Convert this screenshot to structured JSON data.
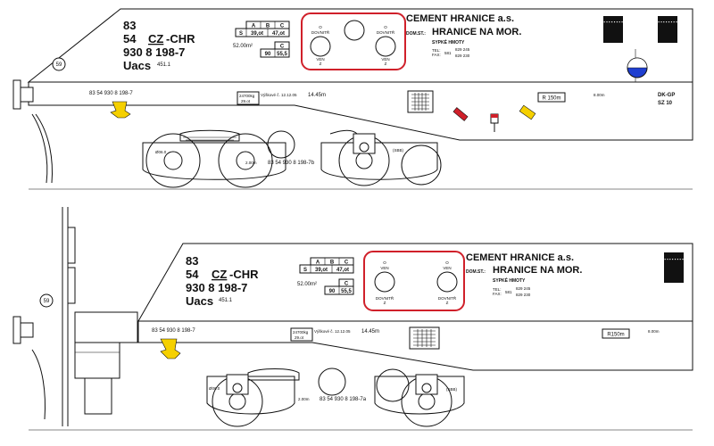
{
  "views": [
    {
      "name": "top",
      "reg": {
        "line1": "83",
        "line2a": "54",
        "line2cc": "CZ",
        "line2b": "-CHR",
        "line3": "930 8 198-7",
        "cls": "Uacs",
        "cls_sub": "451.1"
      },
      "load_table": {
        "h1": "A",
        "h2": "B",
        "h3": "C",
        "s": "S",
        "v1": "39,ot",
        "v2": "47,ot",
        "area": "52.00m²",
        "c": "C",
        "v3": "90",
        "v4": "55,5"
      },
      "valves": {
        "tl": "O",
        "tl2": "DOVNITŘ",
        "bl": "VEN",
        "bl2": "Z",
        "tr": "O",
        "tr2": "DOVNITŘ",
        "br": "VEN",
        "br2": "Z"
      },
      "owner": {
        "name": "CEMENT HRANICE  a.s.",
        "dom_label": "DOM.ST.:",
        "dom": "HRANICE NA MOR.",
        "goods": "SYPKÉ HMOTY",
        "tel_label": "TEL:",
        "fax_label": "FAX:",
        "prefix": "581",
        "tel": "829 245",
        "fax": "829 230"
      },
      "frame": {
        "number": "83 54 930 8 198-7",
        "tare": "24700kg",
        "tare2": "29.ot",
        "revision": "Výškové č. 12.12.05",
        "length": "14.45m",
        "sign": "R 150m",
        "dist": "8.00m",
        "brake": "DK-GP",
        "brake2": "SZ 10"
      },
      "bogie": {
        "wheel": "Ø06.0",
        "spacing": "2.00m",
        "id": "83 54 930 8 198-7b",
        "tag": "(SBB)"
      },
      "badge": "59",
      "panel_dots": "▪ ▪ ▪ ▪ ▪ ▪ ▪ ▪ ▪ ▪ ▪ ▪",
      "colors": {
        "valve_box": "#d0202a",
        "hook": "#f5d000",
        "lamp": "#1f3fd0",
        "lever": "#d0202a"
      }
    },
    {
      "name": "bottom",
      "reg": {
        "line1": "83",
        "line2a": "54",
        "line2cc": "CZ",
        "line2b": "-CHR",
        "line3": "930 8 198-7",
        "cls": "Uacs",
        "cls_sub": "451.1"
      },
      "load_table": {
        "h1": "A",
        "h2": "B",
        "h3": "C",
        "s": "S",
        "v1": "39,ot",
        "v2": "47,ot",
        "area": "52.00m²",
        "c": "C",
        "v3": "90",
        "v4": "55,5"
      },
      "valves": {
        "tl": "O",
        "tl2": "VEN",
        "bl": "DOVNITŘ",
        "bl2": "Z",
        "tr": "O",
        "tr2": "VEN",
        "br": "DOVNITŘ",
        "br2": "Z"
      },
      "owner": {
        "name": "CEMENT HRANICE  a.s.",
        "dom_label": "DOM.ST.:",
        "dom": "HRANICE NA MOR.",
        "goods": "SYPKÉ HMOTY",
        "tel_label": "TEL:",
        "fax_label": "FAX:",
        "prefix": "581",
        "tel": "829 245",
        "fax": "829 230"
      },
      "frame": {
        "number": "83 54 930 8 198-7",
        "tare": "24700kg",
        "tare2": "29.ot",
        "revision": "Výškové č. 12.12.05",
        "length": "14.45m",
        "sign": "R150m",
        "dist": "8.00m"
      },
      "bogie": {
        "wheel": "Ø06.0",
        "spacing": "2.00m",
        "id": "83 54 930 8 198-7a",
        "tag": "(SBB)"
      },
      "badge": "59",
      "panel_dots": "▪ ▪ ▪ ▪ ▪ ▪ ▪ ▪ ▪ ▪ ▪ ▪",
      "colors": {
        "valve_box": "#d0202a",
        "hook": "#f5d000"
      }
    }
  ]
}
